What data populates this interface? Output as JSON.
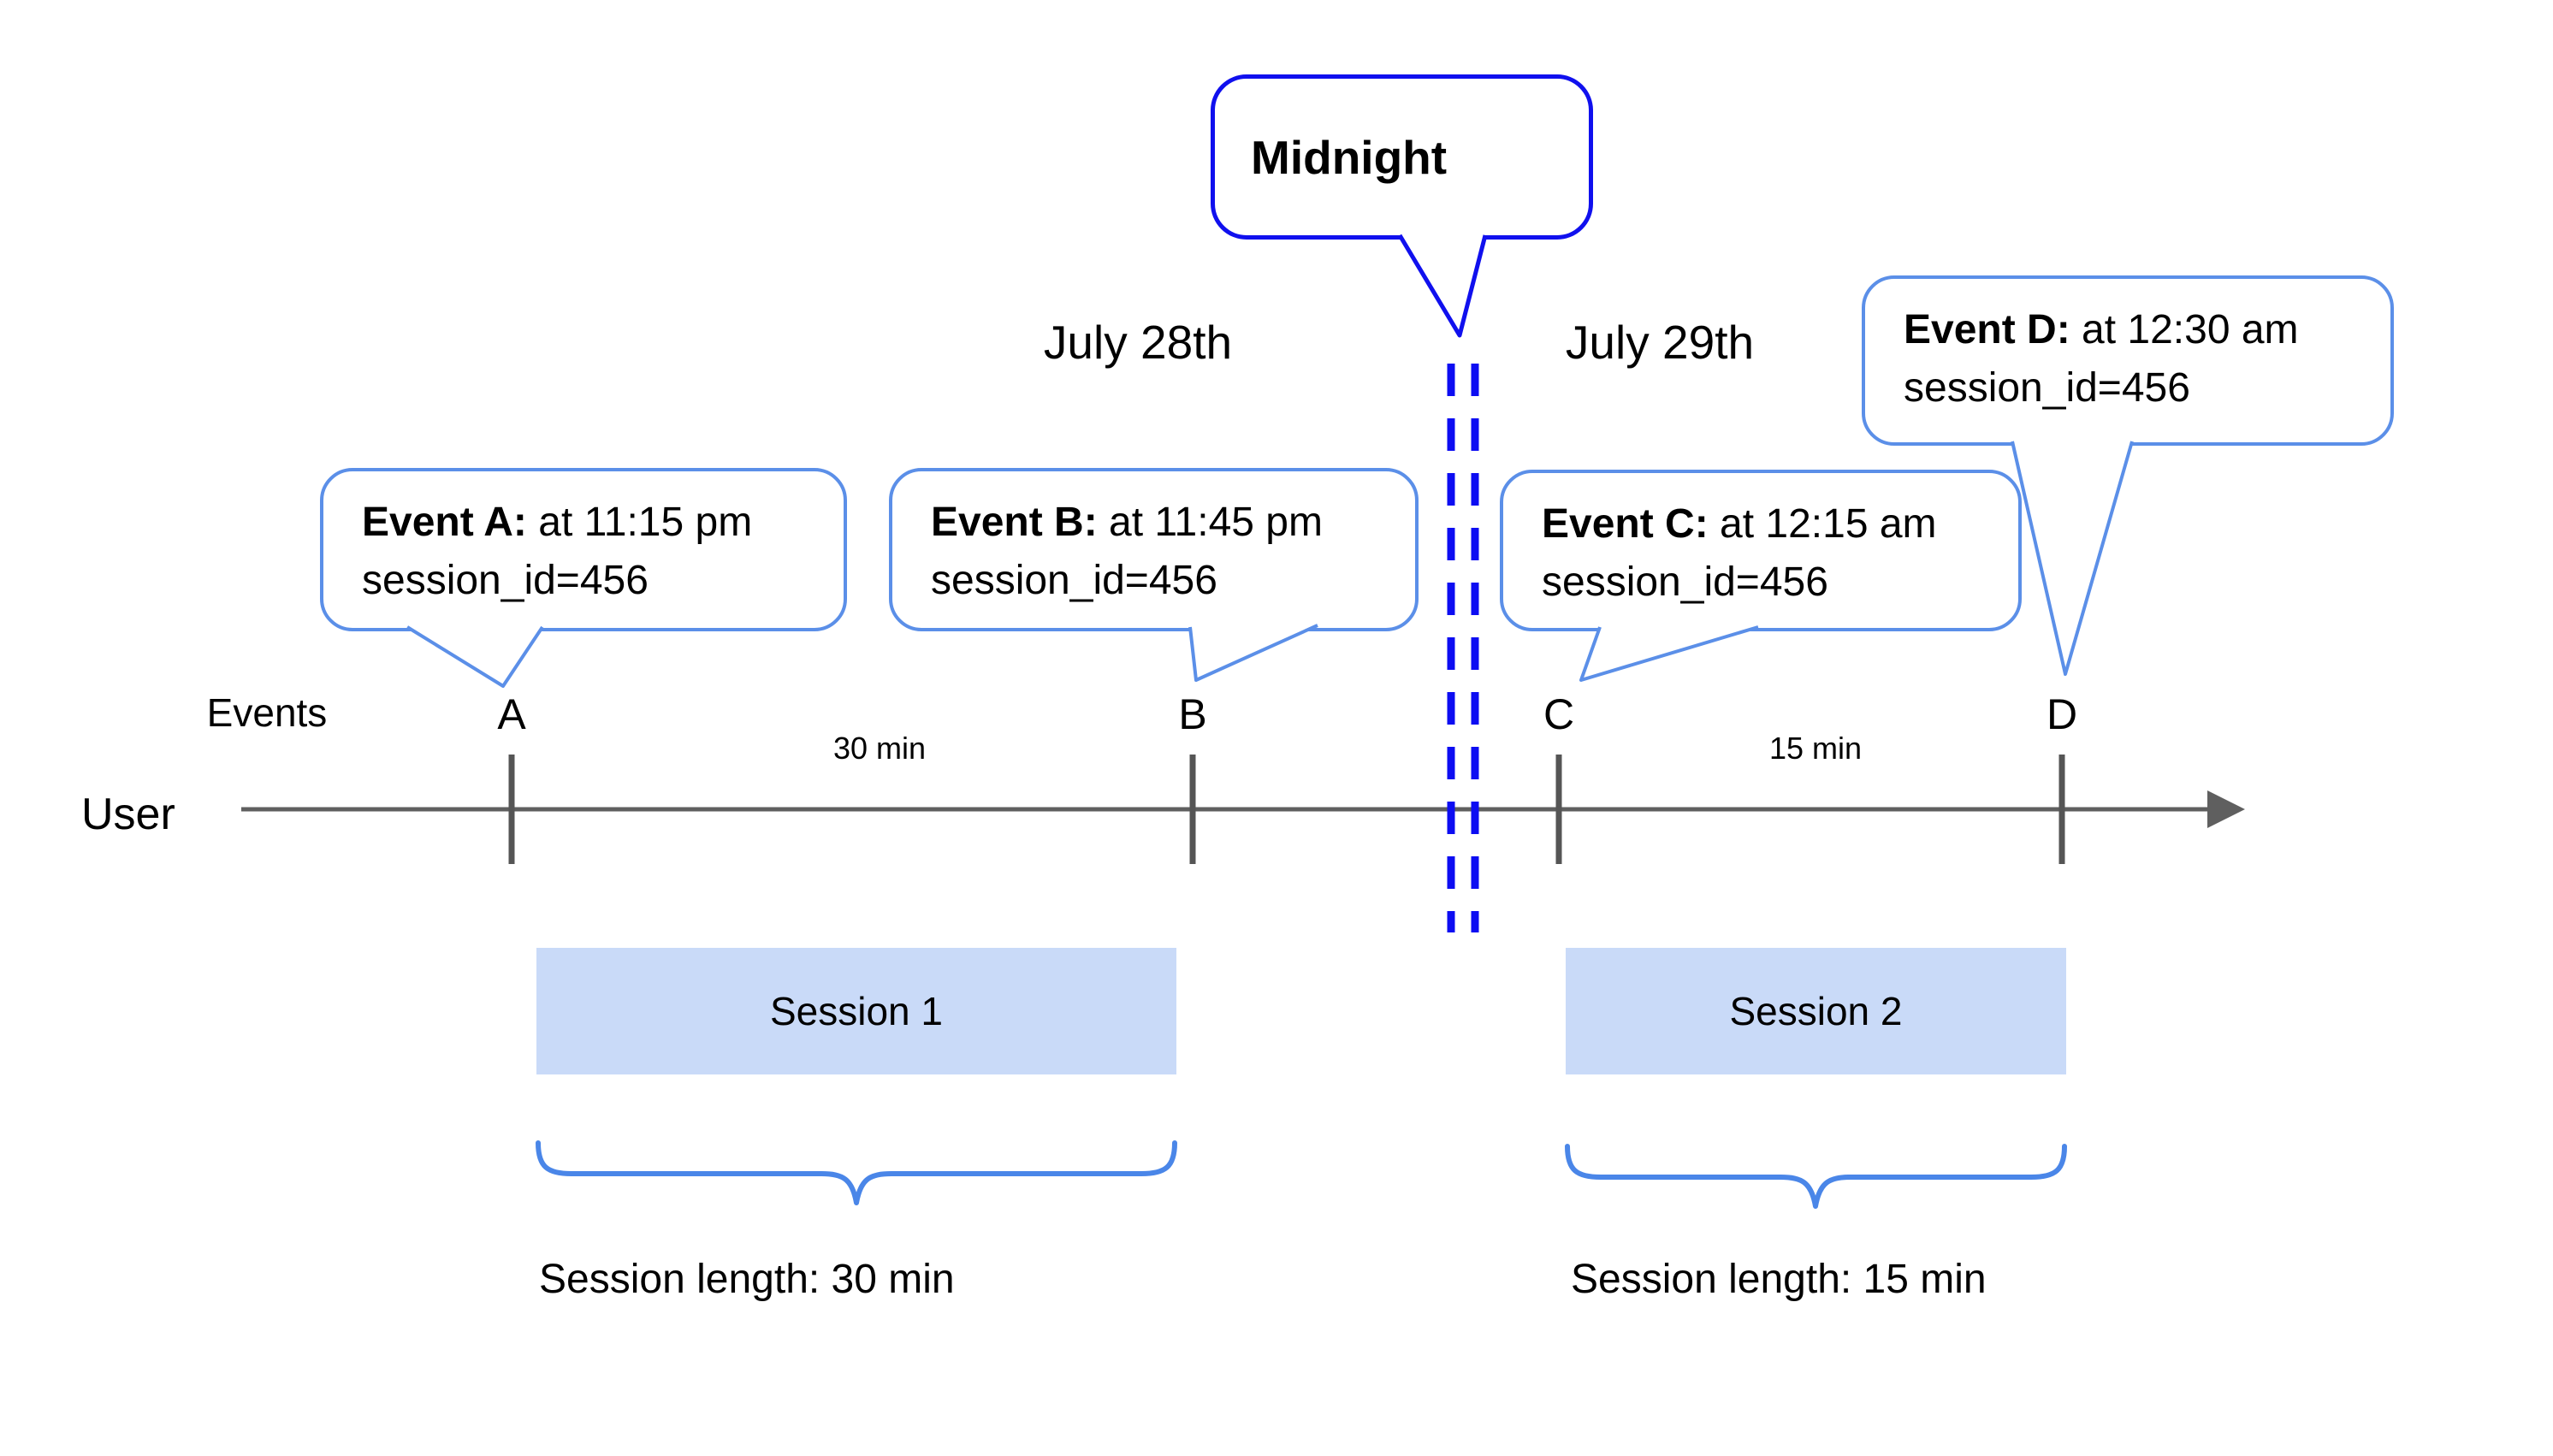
{
  "dates": {
    "left": "July 28th",
    "right": "July 29th"
  },
  "midnight": {
    "label": "Midnight"
  },
  "axis": {
    "events_label": "Events",
    "user_label": "User"
  },
  "events": [
    {
      "id": "A",
      "title": "Event A:",
      "time": " at 11:15 pm",
      "session": "session_id=456"
    },
    {
      "id": "B",
      "title": "Event B:",
      "time": " at 11:45 pm",
      "session": "session_id=456"
    },
    {
      "id": "C",
      "title": "Event C:",
      "time": " at 12:15 am",
      "session": "session_id=456"
    },
    {
      "id": "D",
      "title": "Event D:",
      "time": " at 12:30 am",
      "session": "session_id=456"
    }
  ],
  "gaps": [
    {
      "label": "30 min"
    },
    {
      "label": "15 min"
    }
  ],
  "sessions": [
    {
      "name": "Session 1",
      "length_label": "Session length: 30 min"
    },
    {
      "name": "Session 2",
      "length_label": "Session length: 15 min"
    }
  ],
  "colors": {
    "event_bubble_border": "#5b8fe8",
    "midnight_blue": "#1010ee",
    "dashed_blue": "#0d0df2",
    "timeline_gray": "#5f5f5f",
    "tick_gray": "#555555",
    "session_fill": "#c9daf8",
    "brace_blue": "#4a86e8",
    "white": "#ffffff"
  }
}
